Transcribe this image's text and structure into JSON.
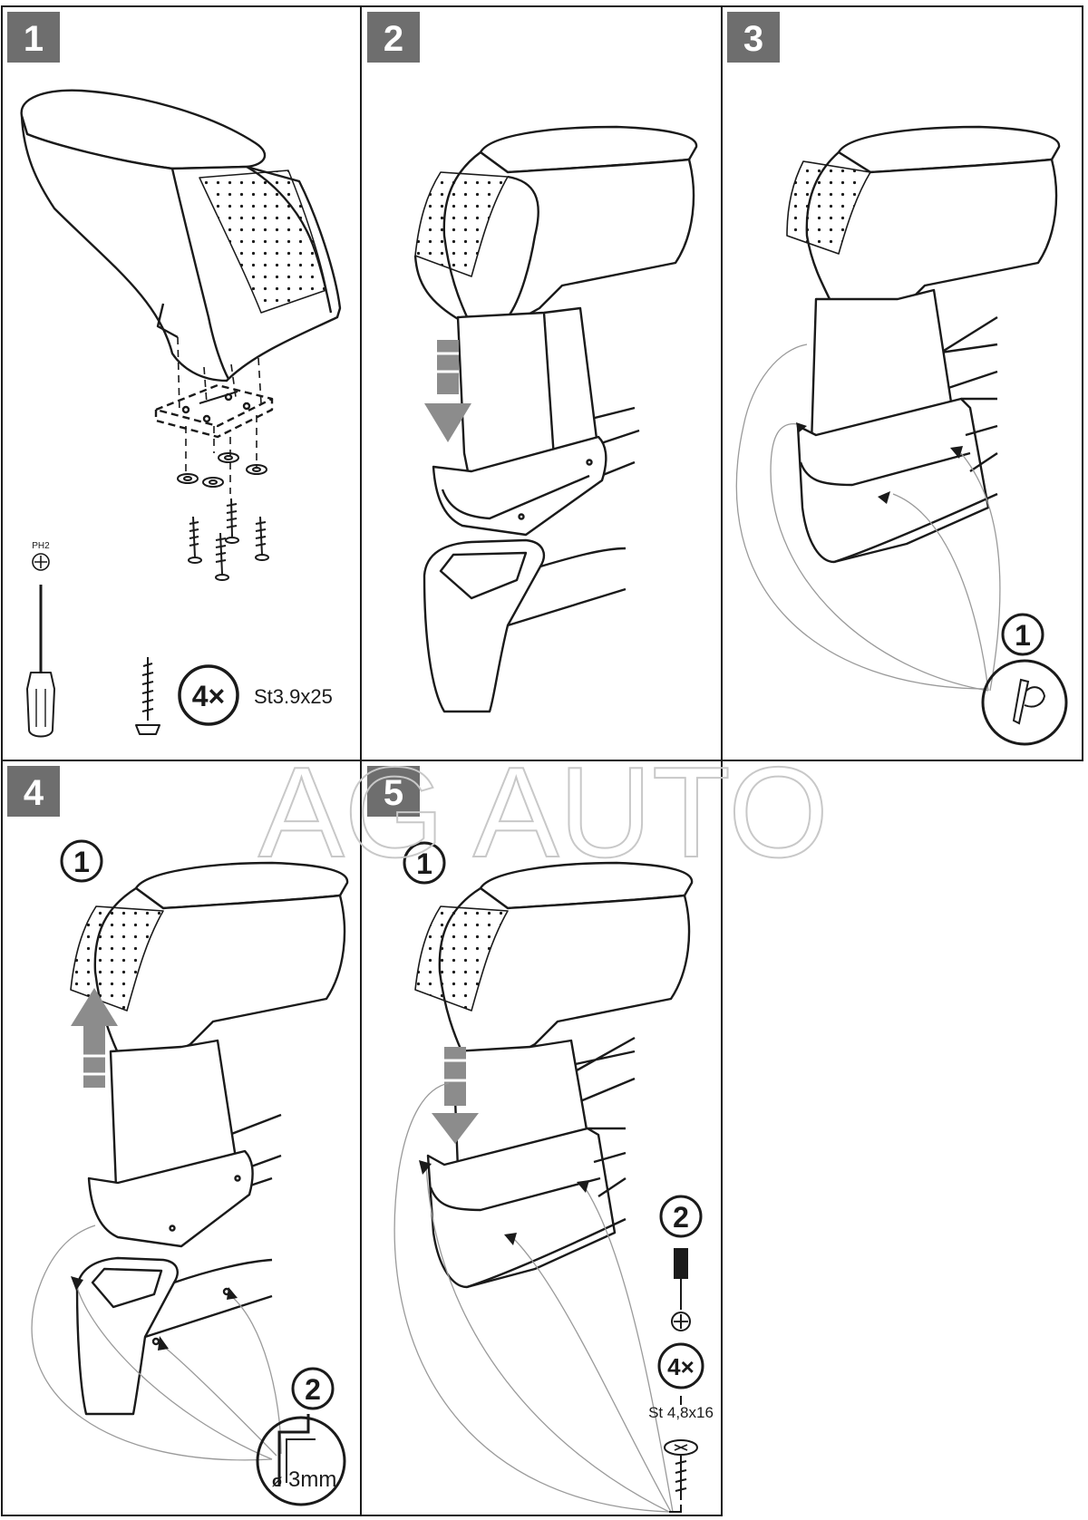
{
  "steps": [
    {
      "number": "1"
    },
    {
      "number": "2"
    },
    {
      "number": "3"
    },
    {
      "number": "4"
    },
    {
      "number": "5"
    }
  ],
  "watermark": "AG AUTO",
  "step1": {
    "tool_label": "PH2",
    "quantity": "4×",
    "screw_spec": "St3.9x25"
  },
  "step3": {
    "sub_step": "1"
  },
  "step4": {
    "sub_step_1": "1",
    "sub_step_2": "2",
    "drill_size": "3mm",
    "diameter_symbol": "ø"
  },
  "step5": {
    "sub_step_1": "1",
    "sub_step_2": "2",
    "quantity": "4×",
    "screw_spec": "St 4,8x16"
  },
  "colors": {
    "badge": "#6e6e6e",
    "line": "#1a1a1a",
    "arrow": "#8c8c8c",
    "leader": "#9a9a9a"
  }
}
